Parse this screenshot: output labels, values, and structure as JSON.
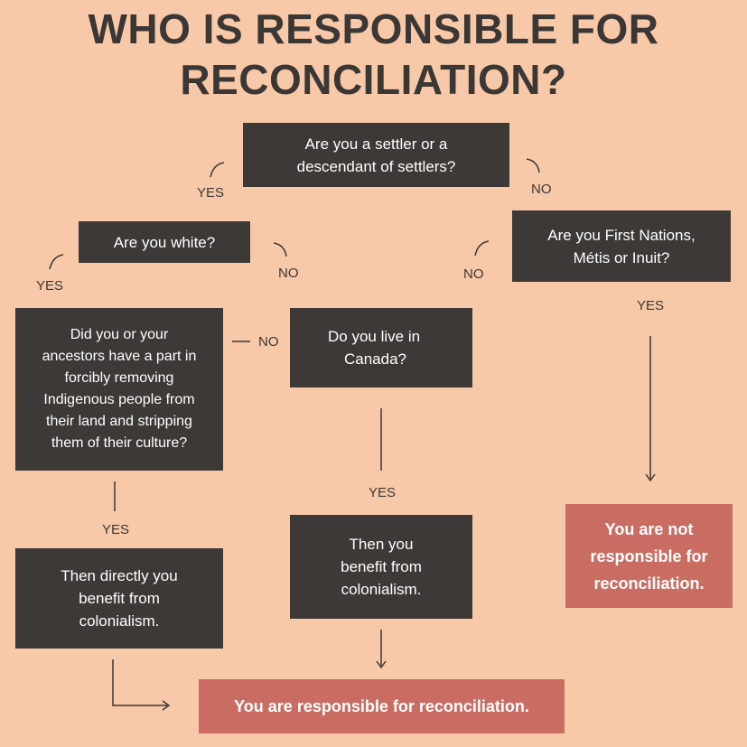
{
  "title": {
    "line1": "WHO IS RESPONSIBLE FOR",
    "line2": "RECONCILIATION?"
  },
  "nodes": {
    "settler_q": [
      "Are you a settler or a",
      "descendant of settlers?"
    ],
    "white_q": [
      "Are you white?"
    ],
    "first_nations_q": [
      "Are you First Nations,",
      "Métis or Inuit?"
    ],
    "removal_q": [
      "Did you or your",
      "ancestors have a part in",
      "forcibly removing",
      "Indigenous people  from",
      "their land and stripping",
      "them of their culture?"
    ],
    "canada_q": [
      "Do you live  in",
      "Canada?"
    ],
    "directly_benefit": [
      "Then directly  you",
      "benefit from",
      "colonialism."
    ],
    "benefit": [
      "Then you",
      "benefit from",
      "colonialism."
    ],
    "not_responsible": [
      "You are not",
      "responsible for",
      "reconciliation."
    ],
    "responsible": [
      "You are responsible for reconciliation."
    ]
  },
  "labels": {
    "settler_yes": "YES",
    "settler_no": "NO",
    "white_yes": "YES",
    "white_no": "NO",
    "first_nations_no": "NO",
    "first_nations_yes": "YES",
    "removal_no": "NO",
    "removal_yes": "YES",
    "canada_yes": "YES"
  },
  "colors": {
    "background": "#f8c9a8",
    "dark_box": "#3c3937",
    "red_box": "#c96d62",
    "text_dark": "#3b3734"
  }
}
